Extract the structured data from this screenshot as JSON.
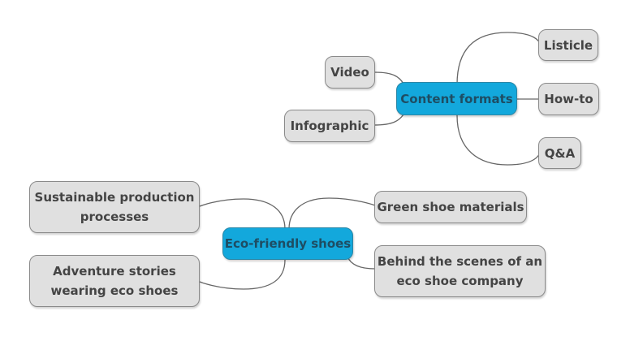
{
  "colors": {
    "central_fill": "#13a8dc",
    "central_text": "#1e4d63",
    "leaf_fill": "#e0e0e0",
    "leaf_border": "#8a8a8a",
    "leaf_text": "#444444",
    "connector": "#666666"
  },
  "mindmap": {
    "content_formats": {
      "label": "Content formats",
      "children": {
        "listicle": "Listicle",
        "how_to": "How-to",
        "qa": "Q&A",
        "video": "Video",
        "infographic": "Infographic"
      }
    },
    "eco_friendly_shoes": {
      "label": "Eco-friendly shoes",
      "children": {
        "green_materials": "Green shoe materials",
        "behind_scenes_line1": "Behind the scenes of an",
        "behind_scenes_line2": "eco shoe company",
        "sustainable_line1": "Sustainable production",
        "sustainable_line2": "processes",
        "adventure_line1": "Adventure stories",
        "adventure_line2": "wearing eco shoes"
      }
    }
  }
}
